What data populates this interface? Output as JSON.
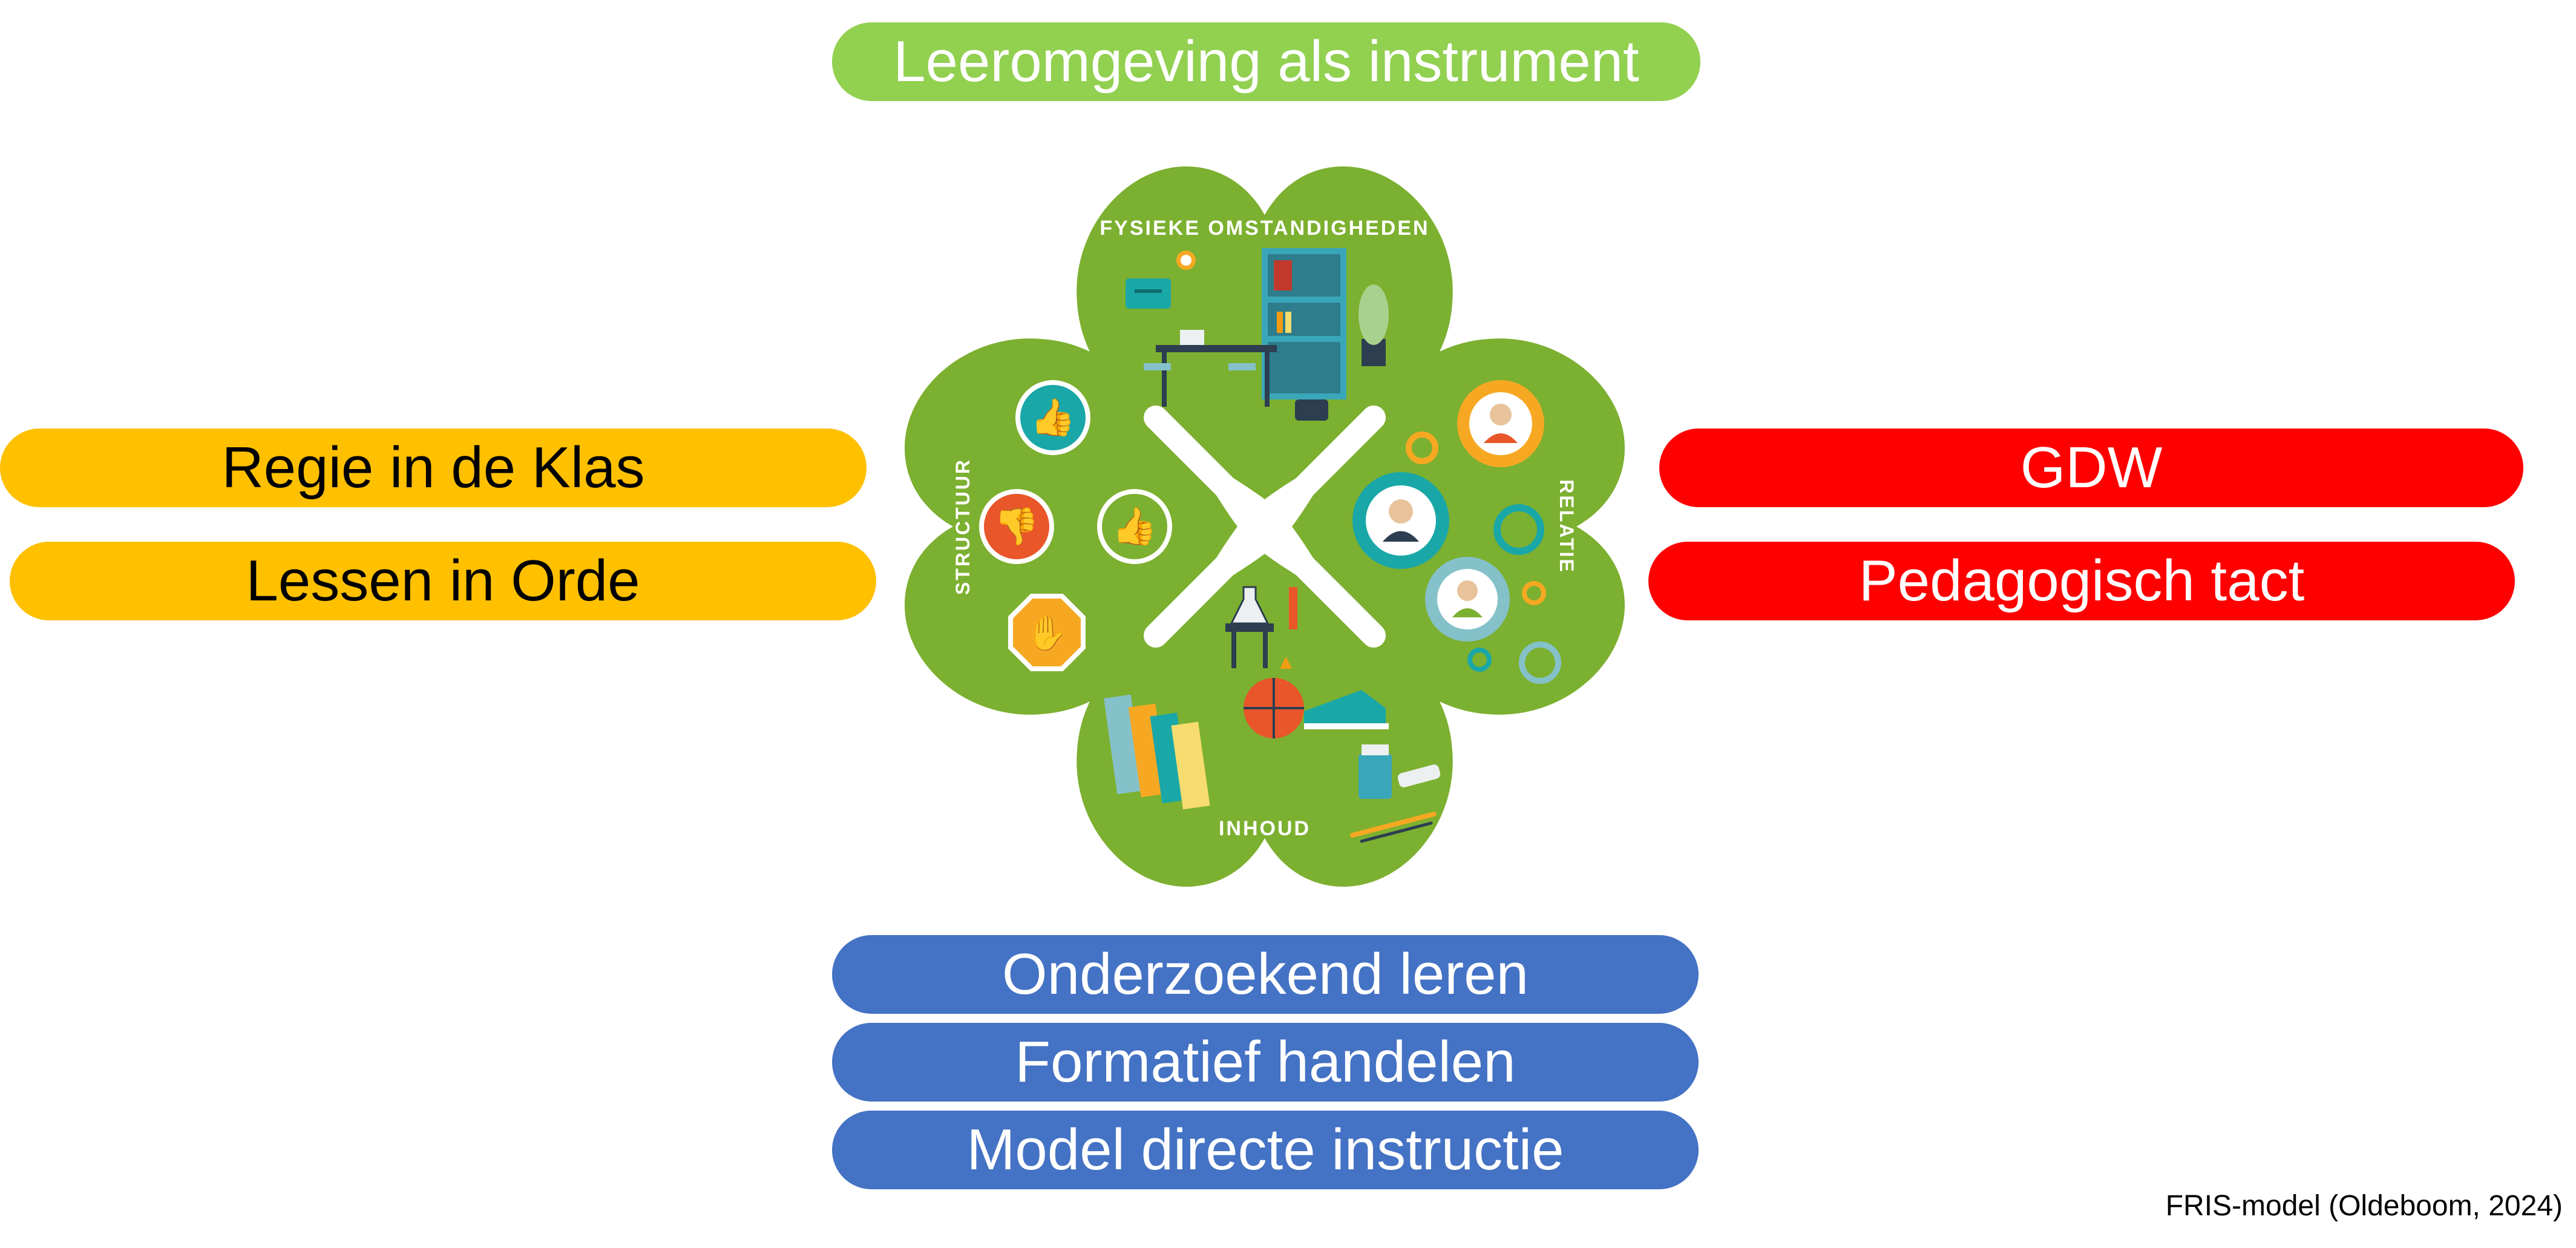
{
  "top": {
    "label": "Leeromgeving als instrument"
  },
  "left": {
    "items": [
      "Regie in de Klas",
      "Lessen in Orde"
    ]
  },
  "right": {
    "items": [
      "GDW",
      "Pedagogisch tact"
    ]
  },
  "bottom": {
    "items": [
      "Onderzoekend leren",
      "Formatief handelen",
      "Model directe instructie"
    ]
  },
  "clover": {
    "leaves": {
      "top": "FYSIEKE OMSTANDIGHEDEN",
      "left": "STRUCTUUR",
      "right": "RELATIE",
      "bottom": "INHOUD"
    },
    "icons": {
      "top": [
        "classroom-table-icon",
        "bookshelf-icon",
        "chairs-icon",
        "plant-icon",
        "clock-icon",
        "toolbox-icon"
      ],
      "left": [
        "thumbs-up-icon",
        "thumbs-down-icon",
        "thumbs-up-icon",
        "stop-hand-icon"
      ],
      "right": [
        "gear-person-icon",
        "gear-icon"
      ],
      "bottom": [
        "books-icon",
        "lab-flask-icon",
        "basketball-icon",
        "sneaker-icon",
        "paint-tube-icon",
        "brush-icon"
      ]
    }
  },
  "colors": {
    "green": "#92d050",
    "yellow": "#ffc000",
    "red": "#ff0000",
    "blue": "#4472c4",
    "leaf": "#7cb030"
  },
  "caption": "FRIS-model (Oldeboom, 2024)"
}
